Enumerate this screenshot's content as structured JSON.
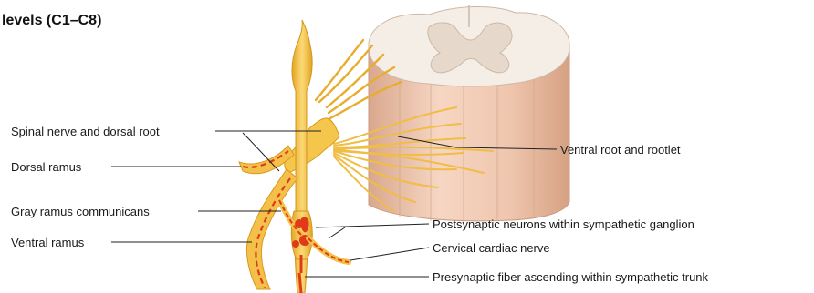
{
  "title": "levels (C1–C8)",
  "labels": {
    "spinal_nerve_dorsal_root": "Spinal nerve and dorsal root",
    "dorsal_ramus": "Dorsal ramus",
    "gray_ramus": "Gray ramus communicans",
    "ventral_ramus": "Ventral ramus",
    "ventral_root_rootlet": "Ventral root and rootlet",
    "postsynaptic_neurons": "Postsynaptic neurons within sympathetic ganglion",
    "cervical_cardiac_nerve": "Cervical cardiac nerve",
    "presynaptic_fiber": "Presynaptic fiber ascending within sympathetic trunk"
  },
  "colors": {
    "nerve": "#f3c64e",
    "nerve_dark": "#d89a1c",
    "cord_white": "#f4ece4",
    "cord_gray": "#e2d2c2",
    "cord_side": "#efc9b1",
    "sympathetic": "#e03a1a"
  }
}
